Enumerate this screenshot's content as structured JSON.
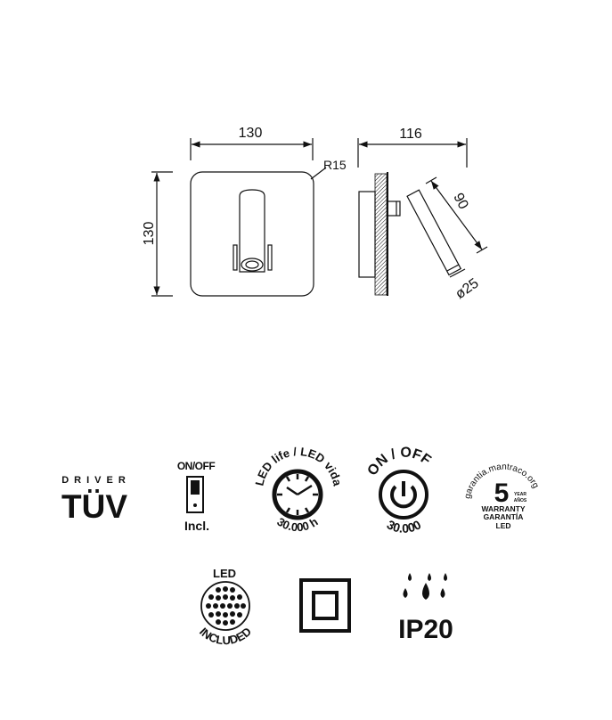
{
  "drawing": {
    "front_width": "130",
    "front_height": "130",
    "corner_radius": "R15",
    "side_depth": "116",
    "arm_length": "90",
    "head_diameter": "ø25"
  },
  "icons": {
    "driver": {
      "top": "DRIVER",
      "brand": "TÜV"
    },
    "switch": {
      "top": "ON/OFF",
      "bottom": "Incl."
    },
    "led_life": {
      "arc": "LED life / LED vida",
      "hours": "30.000 h"
    },
    "on_off_cycles": {
      "arc": "ON / OFF",
      "count": "30.000"
    },
    "warranty": {
      "url": "garantia.mantraco.org",
      "years": "5",
      "year_en": "YEAR",
      "year_es": "AÑOS",
      "line1": "WARRANTY",
      "line2": "GARANTÍA",
      "line3": "LED"
    },
    "led_included": {
      "top": "LED",
      "bottom": "INCLUDED"
    },
    "class2": {
      "name": "double-insulation"
    },
    "ip": {
      "rating": "IP20"
    }
  },
  "colors": {
    "ink": "#111111",
    "background": "#ffffff"
  }
}
